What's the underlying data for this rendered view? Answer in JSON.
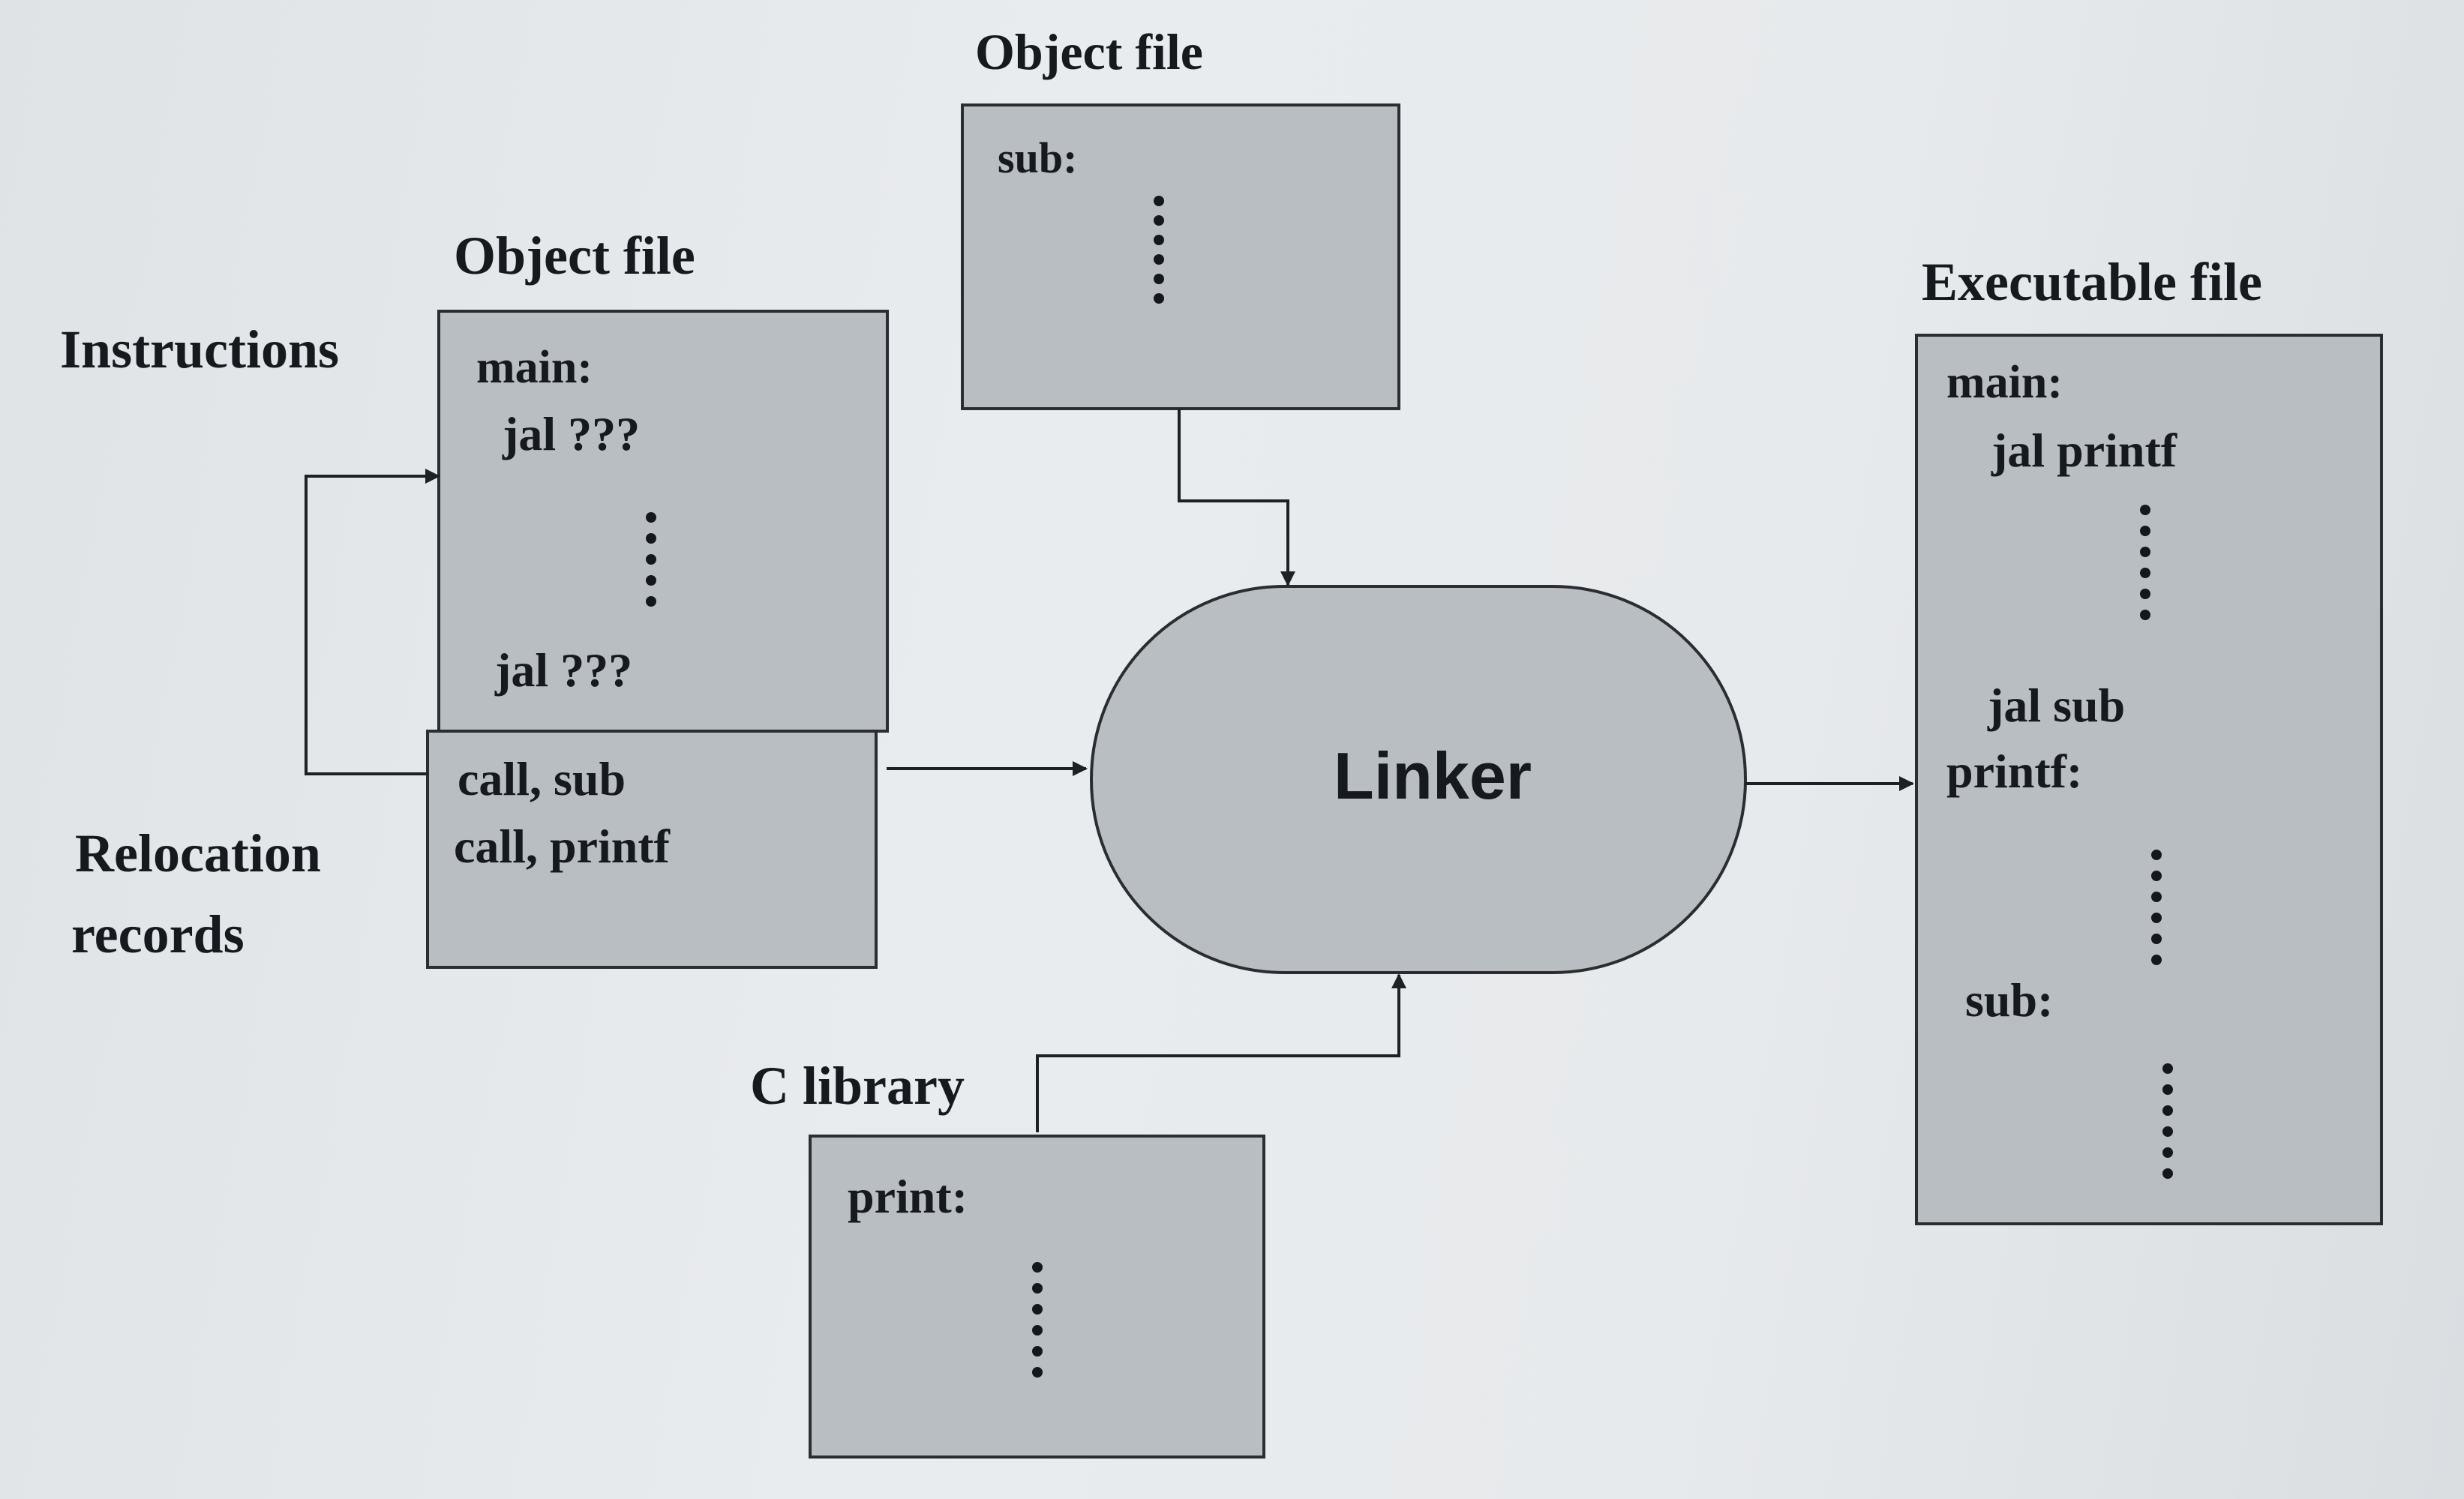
{
  "object_file_main": {
    "title": "Object file",
    "label_instructions": "Instructions",
    "label_relocation_line1": "Relocation",
    "label_relocation_line2": "records",
    "instructions": [
      "main:",
      "jal ???",
      "jal ???"
    ],
    "relocation": [
      "call, sub",
      "call, printf"
    ]
  },
  "object_file_sub": {
    "title": "Object file",
    "lines": [
      "sub:"
    ]
  },
  "c_library": {
    "title": "C library",
    "lines": [
      "print:"
    ]
  },
  "linker": {
    "label": "Linker"
  },
  "executable_file": {
    "title": "Executable file",
    "lines": [
      "main:",
      "jal printf",
      "jal sub",
      "printf:",
      "sub:"
    ]
  },
  "colors": {
    "box_fill": "#b9bec3",
    "stroke": "#2a2e33",
    "text": "#16191d"
  }
}
